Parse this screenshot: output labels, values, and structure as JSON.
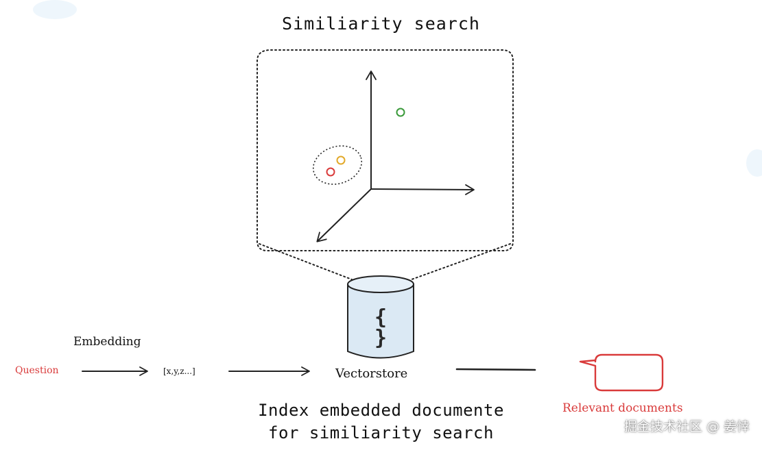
{
  "diagram": {
    "title": "Similiarity search",
    "question_label": "Question",
    "embedding_label": "Embedding",
    "vector_label": "[x,y,z...]",
    "store_symbol": "{ }",
    "store_label": "Vectorstore",
    "caption_line1": "Index embedded documente",
    "caption_line2": "for similiarity search",
    "output_label": "Relevant documents",
    "watermark": "掘金技术社区 @ 姜悻"
  },
  "colors": {
    "ink": "#222222",
    "red": "#d93a3a",
    "yellow": "#e2a92a",
    "green": "#3a9a3a",
    "cylinder_fill": "#dbe9f4",
    "cloud": "#e8f3fb"
  }
}
